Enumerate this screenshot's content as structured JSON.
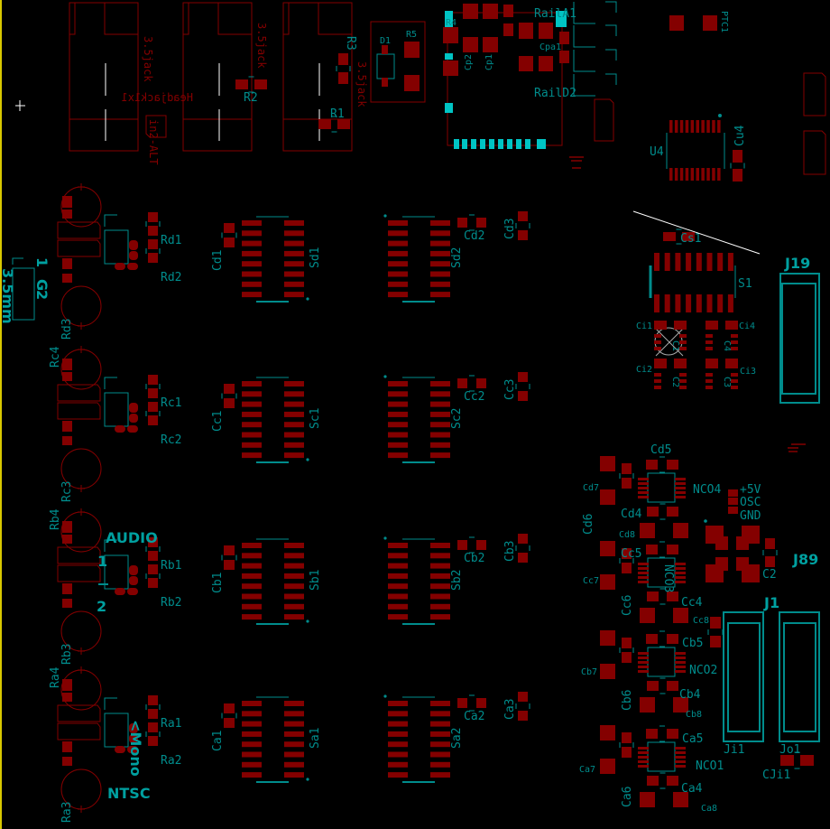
{
  "colors": {
    "background": "#000000",
    "pad": "#840000",
    "pad_top": "#00c4c4",
    "silkscreen": "#008c8c",
    "fab_outline": "#840000",
    "edge": "#d8c800",
    "cursor": "#ffffff"
  },
  "labels": {
    "R1": "R1",
    "R2": "R2",
    "R3": "R3",
    "R4": "R4",
    "R5": "R5",
    "D1": "D1",
    "jack1": "3.5jack",
    "jack2": "3.5jack",
    "jack3": "3.5jack",
    "headjack": "Headjack1x1",
    "altjack": "in2-ALT",
    "RailA1": "RailA1",
    "RailD2": "RailD2",
    "Cpa1": "Cpa1",
    "Cp1": "Cp1",
    "Cp2": "Cp2",
    "PTC1": "PTC1",
    "U4": "U4",
    "Cu4": "Cu4",
    "Cs1": "Cs1",
    "S1": "S1",
    "Ci1": "Ci1",
    "Ci2": "Ci2",
    "Ci3": "Ci3",
    "Ci4": "Ci4",
    "C1x": "C1",
    "C2x": "C2",
    "C3x": "C3",
    "C4x": "C4",
    "J19": "J19",
    "J89": "J89",
    "J1": "J1",
    "Ji1": "Ji1",
    "Jo1": "Jo1",
    "CJi1": "CJi1",
    "Rd1": "Rd1",
    "Rd2": "Rd2",
    "Rd3": "Rd3",
    "Rc1": "Rc1",
    "Rc2": "Rc2",
    "Rc3": "Rc3",
    "Rc4": "Rc4",
    "Rb1": "Rb1",
    "Rb2": "Rb2",
    "Rb3": "Rb3",
    "Rb4": "Rb4",
    "Ra1": "Ra1",
    "Ra2": "Ra2",
    "Ra3": "Ra3",
    "Ra4": "Ra4",
    "Cd1": "Cd1",
    "Sd1": "Sd1",
    "Sd2": "Sd2",
    "Cd2": "Cd2",
    "Cd3": "Cd3",
    "Cc1": "Cc1",
    "Sc1": "Sc1",
    "Sc2": "Sc2",
    "Cc2": "Cc2",
    "Cc3": "Cc3",
    "Cb1": "Cb1",
    "Sb1": "Sb1",
    "Sb2": "Sb2",
    "Cb2": "Cb2",
    "Cb3": "Cb3",
    "Ca1": "Ca1",
    "Sa1": "Sa1",
    "Sa2": "Sa2",
    "Ca2": "Ca2",
    "Ca3": "Ca3",
    "Cd4": "Cd4",
    "Cd5": "Cd5",
    "Cd6": "Cd6",
    "Cd7": "Cd7",
    "Cd8": "Cd8",
    "NCO4": "NCO4",
    "Cc4": "Cc4",
    "Cc5": "Cc5",
    "Cc6": "Cc6",
    "Cc7": "Cc7",
    "Cc8": "Cc8",
    "NCO3": "NCO3",
    "Cb4": "Cb4",
    "Cb5": "Cb5",
    "Cb6": "Cb6",
    "Cb7": "Cb7",
    "Cb8": "Cb8",
    "NCO2": "NCO2",
    "Ca4": "Ca4",
    "Ca5": "Ca5",
    "Ca6": "Ca6",
    "Ca7": "Ca7",
    "Ca8": "Ca8",
    "NCO1": "NCO1",
    "C2": "C2",
    "p5v": "+5V",
    "osc": "OSC",
    "gnd": "GND",
    "AUDIO": "AUDIO",
    "NTSC": "NTSC",
    "Mono": "<Mono",
    "pin1": "1",
    "pin2": "2",
    "g1": "1",
    "g2": "G",
    "g3": "2",
    "mm": "3.5mm"
  }
}
